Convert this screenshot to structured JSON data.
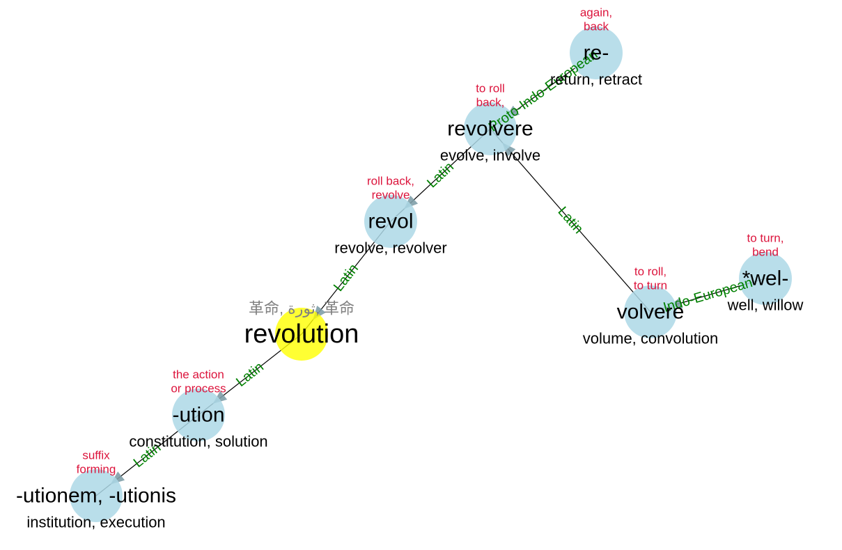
{
  "colors": {
    "node": "#add8e6",
    "root_node": "#ffff00",
    "edge": "#000000",
    "arrow": "#7f9fa8",
    "edge_label": "#008000",
    "meaning": "#dc143c",
    "translations": "#808080"
  },
  "graph": {
    "nodes": [
      {
        "id": "re",
        "word": "re-",
        "meaning": [
          "again,",
          "back"
        ],
        "examples": "return, retract",
        "is_root": false
      },
      {
        "id": "revolvere",
        "word": "revolvere",
        "meaning": [
          "to roll",
          "back,"
        ],
        "examples": "evolve, involve",
        "is_root": false
      },
      {
        "id": "revol",
        "word": "revol",
        "meaning": [
          "roll back,",
          "revolve"
        ],
        "examples": "revolve, revolver",
        "is_root": false
      },
      {
        "id": "revolution",
        "word": "revolution",
        "translations": "革命, ثورة, 革命",
        "is_root": true
      },
      {
        "id": "ution",
        "word": "-ution",
        "meaning": [
          "the action",
          "or process"
        ],
        "examples": "constitution, solution",
        "is_root": false
      },
      {
        "id": "utionem",
        "word": "-utionem, -utionis",
        "meaning": [
          "suffix",
          "forming"
        ],
        "examples": "institution, execution",
        "is_root": false
      },
      {
        "id": "volvere",
        "word": "volvere",
        "meaning": [
          "to roll,",
          "to turn"
        ],
        "examples": "volume, convolution",
        "is_root": false
      },
      {
        "id": "wel",
        "word": "*wel-",
        "meaning": [
          "to turn,",
          "bend"
        ],
        "examples": "well, willow",
        "is_root": false
      }
    ],
    "edges": [
      {
        "from": "re",
        "to": "revolvere",
        "label": "Proto-Indo-European"
      },
      {
        "from": "revolvere",
        "to": "revol",
        "label": "Latin"
      },
      {
        "from": "volvere",
        "to": "revolvere",
        "label": "Latin"
      },
      {
        "from": "revol",
        "to": "revolution",
        "label": "Latin"
      },
      {
        "from": "revolution",
        "to": "ution",
        "label": "Latin"
      },
      {
        "from": "ution",
        "to": "utionem",
        "label": "Latin"
      },
      {
        "from": "wel",
        "to": "volvere",
        "label": "Indo-European"
      }
    ]
  }
}
